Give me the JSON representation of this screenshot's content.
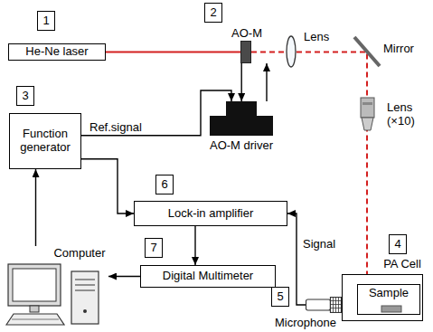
{
  "diagram": {
    "nodes": [
      {
        "text": [
          "He-Ne laser"
        ]
      },
      {
        "text": [
          "AO-M"
        ]
      },
      {
        "text": [
          "AO-M driver"
        ]
      },
      {
        "text": [
          "Function generator"
        ]
      },
      {
        "text": [
          "Lock-in amplifier"
        ]
      },
      {
        "text": [
          "Digital Multimeter"
        ]
      },
      {
        "text": [
          "Computer"
        ]
      },
      {
        "text": [
          "Microphone"
        ]
      },
      {
        "text": [
          "PA Cell"
        ]
      },
      {
        "text": [
          "Sample"
        ],
        "in": 8
      }
    ],
    "edges": [
      {
        "from": 0,
        "to": 1,
        "arrow": "none"
      },
      {
        "from": 1,
        "to": 2,
        "arrow": "to"
      },
      {
        "from": 2,
        "to": 1,
        "arrow": "to"
      },
      {
        "from": 3,
        "to": 2,
        "label": "Ref.signal",
        "arrow": "to"
      },
      {
        "from": 3,
        "to": 4,
        "arrow": "to"
      },
      {
        "from": 6,
        "to": 3,
        "arrow": "to"
      },
      {
        "from": 4,
        "to": 5,
        "arrow": "to"
      },
      {
        "from": 5,
        "to": 6,
        "arrow": "to"
      },
      {
        "from": 7,
        "to": 4,
        "label": "Signal",
        "arrow": "to"
      },
      {
        "from": 1,
        "to": 9,
        "arrow": "to"
      }
    ],
    "labels": [
      "1",
      "2",
      "Lens",
      "Mirror",
      "3",
      "Lens (×10)",
      "6",
      "4",
      "7",
      "5"
    ]
  }
}
